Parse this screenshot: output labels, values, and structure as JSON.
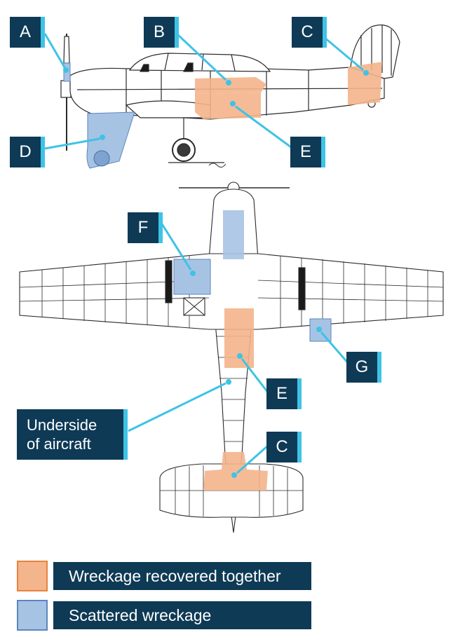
{
  "labels": {
    "a": "A",
    "b": "B",
    "c_side": "C",
    "d": "D",
    "e_side": "E",
    "f": "F",
    "g": "G",
    "e_plan": "E",
    "c_plan": "C",
    "underside_line1": "Underside",
    "underside_line2": "of aircraft"
  },
  "legend": [
    {
      "label": "Wreckage recovered together",
      "color": "#f4b48c",
      "border": "#e8823e"
    },
    {
      "label": "Scattered wreckage",
      "color": "#a7c3e3",
      "border": "#5b86c0"
    }
  ],
  "colors": {
    "callout_bg": "#0e3a55",
    "callout_accent": "#3ec3e6",
    "leader": "#3ec3e6",
    "orange_fill": "#f4b48c",
    "blue_fill": "#a7c3e3"
  }
}
